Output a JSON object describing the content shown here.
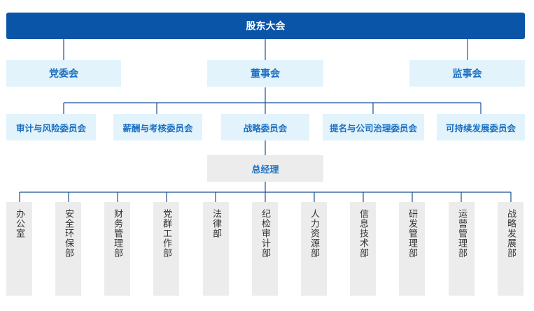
{
  "shareholders": "股东大会",
  "level2": {
    "party": "党委会",
    "board": "董事会",
    "supervisory": "监事会"
  },
  "committees": [
    "审计与风险委员会",
    "薪酬与考核委员会",
    "战略委员会",
    "提名与公司治理委员会",
    "可持续发展委员会"
  ],
  "general_manager": "总经理",
  "departments": [
    "办公室",
    "安全环保部",
    "财务管理部",
    "党群工作部",
    "法律部",
    "纪检审计部",
    "人力资源部",
    "信息技术部",
    "研发管理部",
    "运营管理部",
    "战略发展部"
  ],
  "colors": {
    "primary": "#0a55a8",
    "light_box": "#e2f3fb",
    "blue_text": "#1a6fc2",
    "gray_box": "#ececec",
    "connector": "#1a4f95"
  }
}
